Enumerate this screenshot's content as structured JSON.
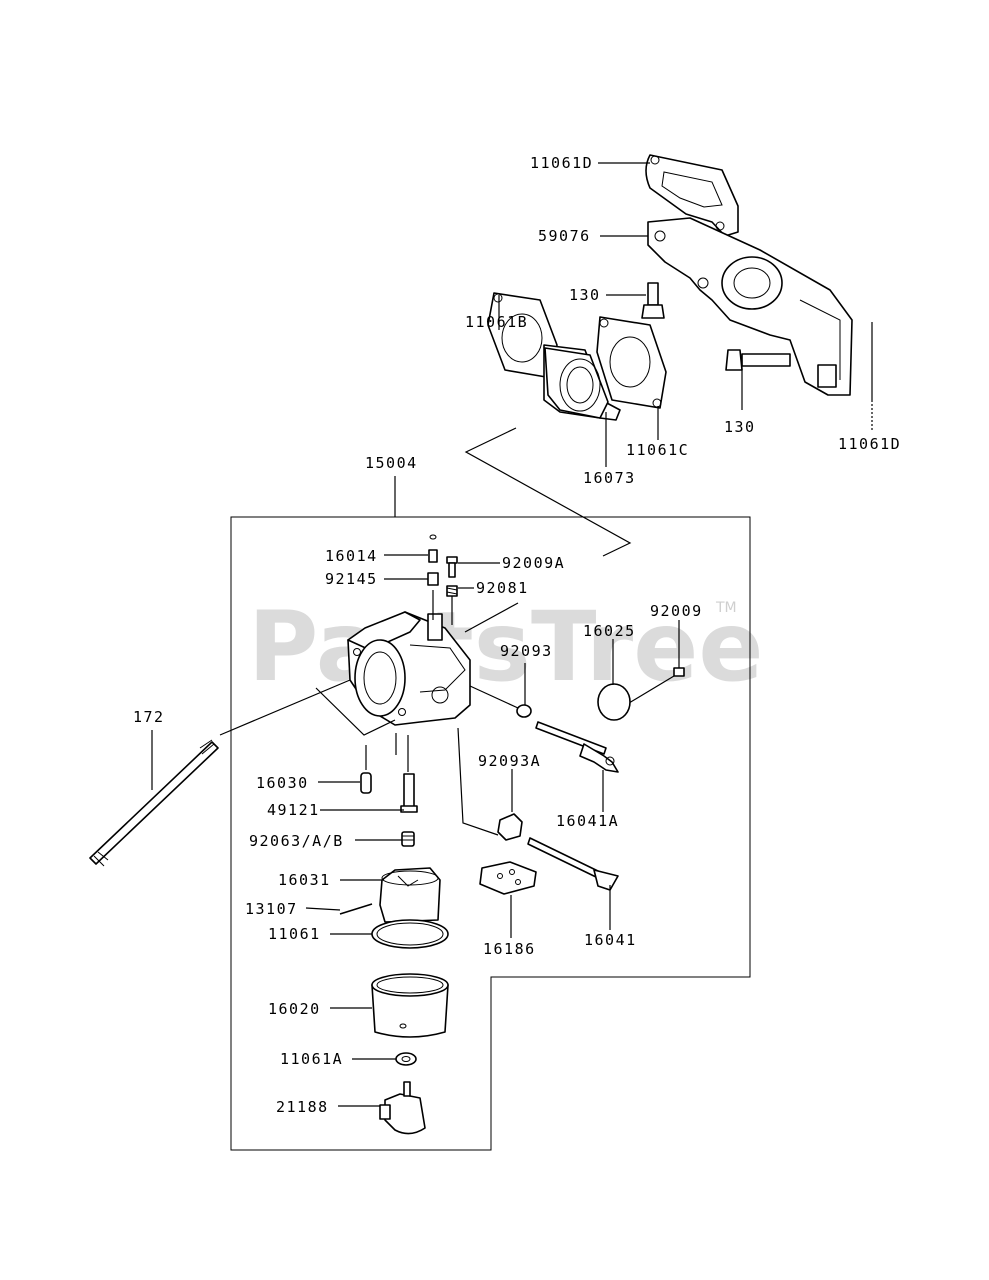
{
  "watermark": {
    "text": "PartsTree",
    "tm": "TM"
  },
  "labels": {
    "p11061D_top": "11061D",
    "p59076": "59076",
    "p130_a": "130",
    "p11061B": "11061B",
    "p130_b": "130",
    "p11061D_right": "11061D",
    "p11061C": "11061C",
    "p16073": "16073",
    "p15004": "15004",
    "p16014": "16014",
    "p92009A": "92009A",
    "p92145": "92145",
    "p92081": "92081",
    "p92009": "92009",
    "p16025": "16025",
    "p92093": "92093",
    "p172": "172",
    "p92093A": "92093A",
    "p16030": "16030",
    "p16041A": "16041A",
    "p49121": "49121",
    "p92063AB": "92063/A/B",
    "p16031": "16031",
    "p13107": "13107",
    "p11061": "11061",
    "p16186": "16186",
    "p16041": "16041",
    "p16020": "16020",
    "p11061A": "11061A",
    "p21188": "21188"
  }
}
